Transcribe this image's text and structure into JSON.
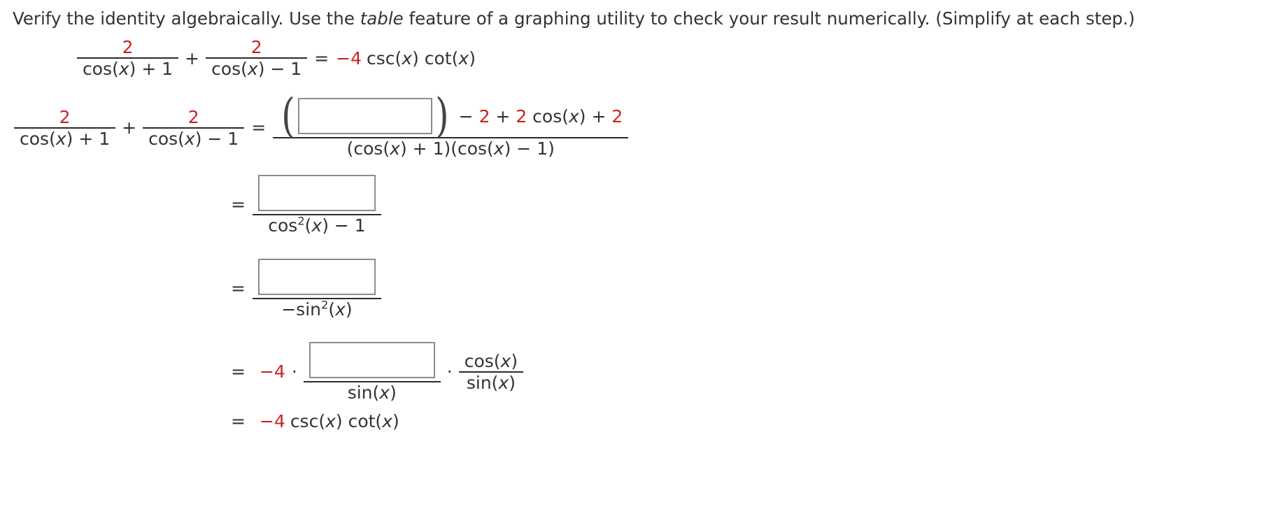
{
  "prompt": {
    "before_italic": "Verify the identity algebraically. Use the ",
    "italic_word": "table",
    "after_italic": " feature of a graphing utility to check your result numerically. (Simplify at each step.)"
  },
  "colors": {
    "accent_red": "#cc2222",
    "text": "#333333",
    "box_border": "#8c8c8c",
    "rule": "#2b2b2b"
  },
  "identity": {
    "term1": {
      "numerator": "2",
      "denominator": "cos(x) + 1"
    },
    "plus": "+",
    "term2": {
      "numerator": "2",
      "denominator": "cos(x) − 1"
    },
    "equals": "=",
    "rhs": {
      "coefficient": "−4",
      "expression": "csc(x) cot(x)"
    }
  },
  "steps": [
    {
      "id": "step-1",
      "lhs": {
        "term1": {
          "numerator": "2",
          "denominator": "cos(x) + 1"
        },
        "plus": "+",
        "term2": {
          "numerator": "2",
          "denominator": "cos(x) − 1"
        }
      },
      "equals": "=",
      "numerator": {
        "open_paren": "(",
        "input_value": "",
        "input_placeholder": "",
        "close_paren": ")",
        "trailing": "− 2 + 2 cos(x) + 2"
      },
      "denominator": "(cos(x) + 1)(cos(x) − 1)"
    },
    {
      "id": "step-2",
      "equals": "=",
      "input_value": "",
      "input_placeholder": "",
      "denominator": "cos²(x) − 1"
    },
    {
      "id": "step-3",
      "equals": "=",
      "input_value": "",
      "input_placeholder": "",
      "denominator": "−sin²(x)"
    },
    {
      "id": "step-4",
      "equals": "=",
      "coefficient": "−4",
      "times_1": "·",
      "input_value": "",
      "input_placeholder": "",
      "denominator": "sin(x)",
      "times_2": "·",
      "factor": {
        "numerator": "cos(x)",
        "denominator": "sin(x)"
      }
    },
    {
      "id": "step-5",
      "equals": "=",
      "coefficient": "−4",
      "expression": "csc(x) cot(x)"
    }
  ]
}
